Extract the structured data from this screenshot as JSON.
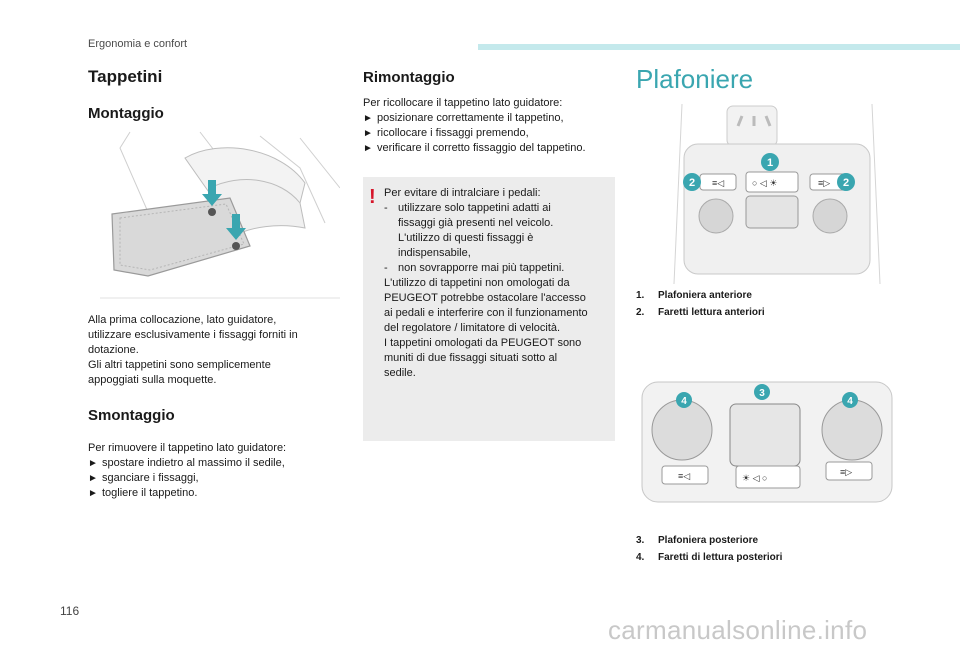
{
  "header": {
    "section": "Ergonomia e confort",
    "accent_color": "#c4e9ec"
  },
  "page_number": "116",
  "watermark": "carmanualsonline.info",
  "left": {
    "title": "Tappetini",
    "montaggio": {
      "heading": "Montaggio",
      "para1": "Alla prima collocazione, lato guidatore,",
      "para2": "utilizzare esclusivamente i fissaggi forniti in",
      "para3": "dotazione.",
      "para4": "Gli altri tappetini sono semplicemente",
      "para5": "appoggiati sulla moquette."
    },
    "smontaggio": {
      "heading": "Smontaggio",
      "intro": "Per rimuovere il tappetino lato guidatore:",
      "items": [
        "spostare indietro al massimo il sedile,",
        "sganciare i fissaggi,",
        "togliere il tappetino."
      ]
    }
  },
  "middle": {
    "heading": "Rimontaggio",
    "intro": "Per ricollocare il tappetino lato guidatore:",
    "items": [
      "posizionare correttamente il tappetino,",
      "ricollocare i fissaggi premendo,",
      "verificare il corretto fissaggio del tappetino."
    ],
    "warning": {
      "icon": "!",
      "icon_color": "#d6152a",
      "intro": "Per evitare di intralciare i pedali:",
      "dash1_a": "utilizzare solo tappetini adatti ai",
      "dash1_b": "fissaggi già presenti nel veicolo.",
      "dash1_c": "L'utilizzo di questi fissaggi è",
      "dash1_d": "indispensabile,",
      "dash2": "non sovrapporre mai più tappetini.",
      "body1": "L'utilizzo di tappetini non omologati da",
      "body2": "PEUGEOT potrebbe ostacolare l'accesso",
      "body3": "ai pedali e interferire con il funzionamento",
      "body4": "del regolatore / limitatore di velocità.",
      "body5": "I tappetini omologati da PEUGEOT sono",
      "body6": "muniti di due fissaggi situati sotto al",
      "body7": "sedile."
    }
  },
  "right": {
    "title": "Plafoniere",
    "title_color": "#3aa6b0",
    "callout_color": "#3aa6b0",
    "front_legend": [
      {
        "num": "1.",
        "text": "Plafoniera anteriore"
      },
      {
        "num": "2.",
        "text": "Faretti lettura anteriori"
      }
    ],
    "rear_legend": [
      {
        "num": "3.",
        "text": "Plafoniera posteriore"
      },
      {
        "num": "4.",
        "text": "Faretti di lettura posteriori"
      }
    ],
    "callouts": {
      "c1": "1",
      "c2a": "2",
      "c2b": "2",
      "c3": "3",
      "c4a": "4",
      "c4b": "4"
    }
  },
  "dash_char": "-"
}
